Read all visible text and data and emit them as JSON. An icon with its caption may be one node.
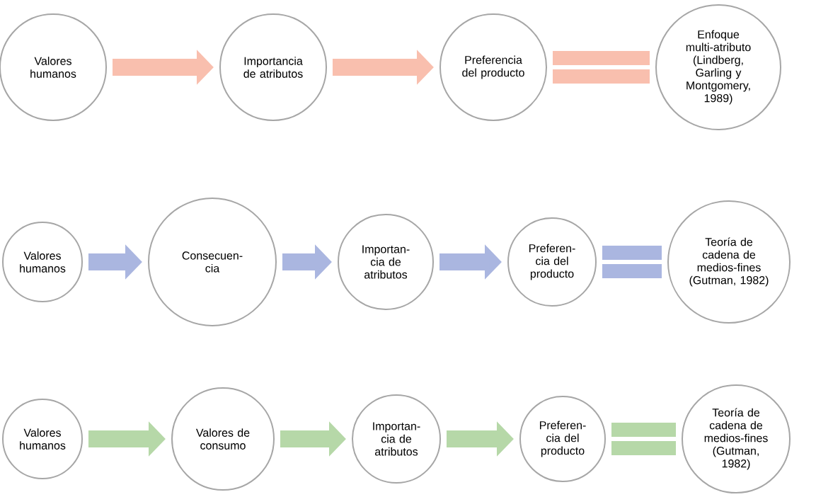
{
  "diagram": {
    "nodes": [
      {
        "text": [
          "Valores humanos"
        ]
      },
      {
        "text": [
          "Importancia de atributos"
        ]
      },
      {
        "text": [
          "Preferencia del producto"
        ]
      },
      {
        "text": [
          "Enfoque multi-atributo (Lindberg, Garling y Montgomery, 1989)"
        ]
      },
      {
        "text": [
          "Valores humanos"
        ]
      },
      {
        "text": [
          "Consecuen-cia"
        ]
      },
      {
        "text": [
          "Importan-cia de atributos"
        ]
      },
      {
        "text": [
          "Preferen-cia del producto"
        ]
      },
      {
        "text": [
          "Teoría de cadena de medios-fines (Gutman, 1982)"
        ]
      },
      {
        "text": [
          "Valores humanos"
        ]
      },
      {
        "text": [
          "Valores de consumo"
        ]
      },
      {
        "text": [
          "Importan-cia de atributos"
        ]
      },
      {
        "text": [
          "Preferen-cia del producto"
        ]
      },
      {
        "text": [
          "Teoría de cadena de medios-fines (Gutman, 1982)"
        ]
      }
    ],
    "edges": [
      {
        "from": 0,
        "to": 1,
        "arrow": "to",
        "color": "#f9bfae"
      },
      {
        "from": 1,
        "to": 2,
        "arrow": "to",
        "color": "#f9bfae"
      },
      {
        "from": 2,
        "to": 3,
        "arrow": "none",
        "style": "thick",
        "color": "#f9bfae"
      },
      {
        "from": 4,
        "to": 5,
        "arrow": "to",
        "color": "#aab6e0"
      },
      {
        "from": 5,
        "to": 6,
        "arrow": "to",
        "color": "#aab6e0"
      },
      {
        "from": 6,
        "to": 7,
        "arrow": "to",
        "color": "#aab6e0"
      },
      {
        "from": 7,
        "to": 8,
        "arrow": "none",
        "style": "thick",
        "color": "#aab6e0"
      },
      {
        "from": 9,
        "to": 10,
        "arrow": "to",
        "color": "#b6d8a8"
      },
      {
        "from": 10,
        "to": 11,
        "arrow": "to",
        "color": "#b6d8a8"
      },
      {
        "from": 11,
        "to": 12,
        "arrow": "to",
        "color": "#b6d8a8"
      },
      {
        "from": 12,
        "to": 13,
        "arrow": "none",
        "style": "thick",
        "color": "#b6d8a8"
      }
    ]
  }
}
